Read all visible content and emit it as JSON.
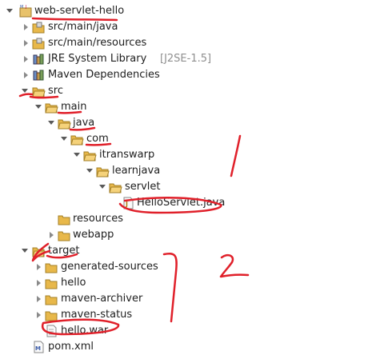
{
  "tree": {
    "project": "web-servlet-hello",
    "src_main_java": "src/main/java",
    "src_main_resources": "src/main/resources",
    "jre": "JRE System Library",
    "jre_deco": "[J2SE-1.5]",
    "maven_deps": "Maven Dependencies",
    "src": "src",
    "main": "main",
    "java": "java",
    "com": "com",
    "itranswarp": "itranswarp",
    "learnjava": "learnjava",
    "servlet": "servlet",
    "helloservlet": "HelloServlet.java",
    "resources": "resources",
    "webapp": "webapp",
    "target": "target",
    "generated_sources": "generated-sources",
    "hello": "hello",
    "maven_archiver": "maven-archiver",
    "maven_status": "maven-status",
    "hello_war": "hello.war",
    "pom": "pom.xml"
  },
  "annotations": {
    "one": "1",
    "two": "2"
  },
  "colors": {
    "annotation": "#e0202a",
    "folder": "#e8b84a"
  }
}
